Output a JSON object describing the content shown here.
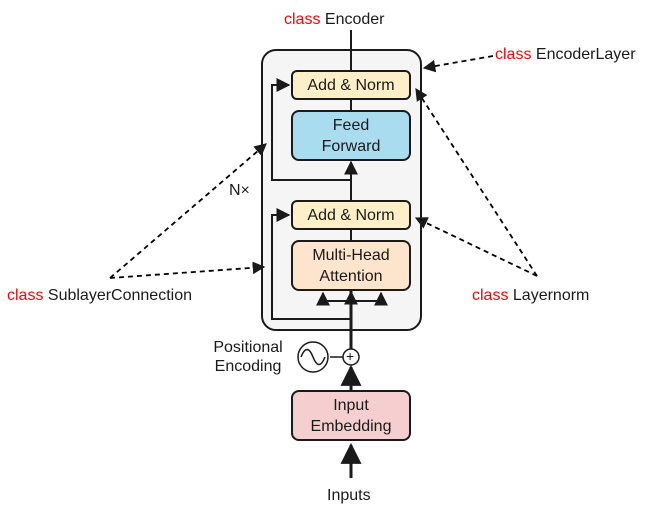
{
  "keyword": "class",
  "labels": {
    "encoder": "Encoder",
    "encoder_layer": "EncoderLayer",
    "sublayer_connection": "SublayerConnection",
    "layernorm": "Layernorm",
    "repeat": "N×",
    "positional_line1": "Positional",
    "positional_line2": "Encoding",
    "inputs": "Inputs",
    "plus": "+"
  },
  "blocks": {
    "add_norm_top": "Add & Norm",
    "feed_forward_line1": "Feed",
    "feed_forward_line2": "Forward",
    "add_norm_bottom": "Add & Norm",
    "multi_head_line1": "Multi-Head",
    "multi_head_line2": "Attention",
    "input_embedding_line1": "Input",
    "input_embedding_line2": "Embedding"
  },
  "colors": {
    "keyword": "#ff0000",
    "encoder_background": "#f5f5f5",
    "add_norm": "#fdf0c8",
    "feed_forward": "#a9dcef",
    "multi_head_attention": "#fde4cc",
    "input_embedding": "#f5cfcf"
  }
}
